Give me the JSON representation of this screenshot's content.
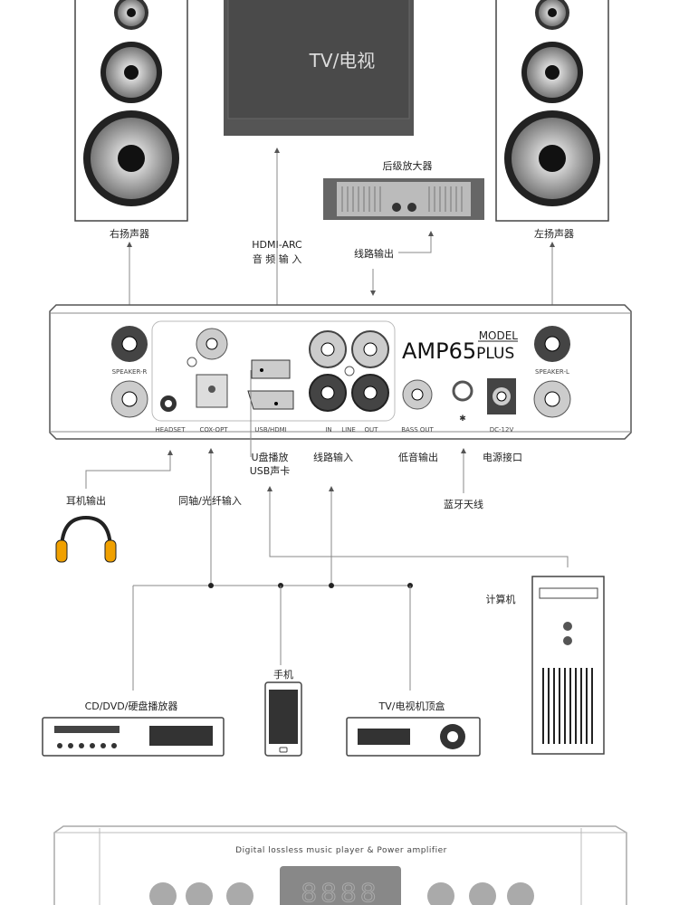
{
  "tv": {
    "label": "TV/电视"
  },
  "speakers": {
    "right": "右扬声器",
    "left": "左扬声器"
  },
  "power_amp": {
    "label": "后级放大器"
  },
  "hdmi_arc": {
    "line1": "HDMI-ARC",
    "line2": "音 频 输 入"
  },
  "line_out": "线路输出",
  "amp": {
    "model_label": "MODEL",
    "model_name": "AMP65",
    "model_suffix": "PLUS",
    "ports": {
      "speaker_r": "SPEAKER-R",
      "speaker_l": "SPEAKER-L",
      "headset": "HEADSET",
      "cox_opt": "COX-OPT",
      "usb_hdmi": "USB/HDMI",
      "in": "IN",
      "line": "LINE",
      "out": "OUT",
      "bass_out": "BASS OUT",
      "dc": "DC-12V"
    }
  },
  "connections": {
    "usb_play": "U盘播放",
    "usb_card": "USB声卡",
    "line_in": "线路输入",
    "bass_out": "低音输出",
    "power": "电源接口",
    "headphone_out": "耳机输出",
    "coax_optical": "同轴/光纤输入",
    "bluetooth": "蓝牙天线"
  },
  "sources": {
    "computer": "计算机",
    "phone": "手机",
    "cd": "CD/DVD/硬盘播放器",
    "settop": "TV/电视机顶盒"
  },
  "front_panel": {
    "title": "Digital lossless music player & Power amplifier"
  }
}
